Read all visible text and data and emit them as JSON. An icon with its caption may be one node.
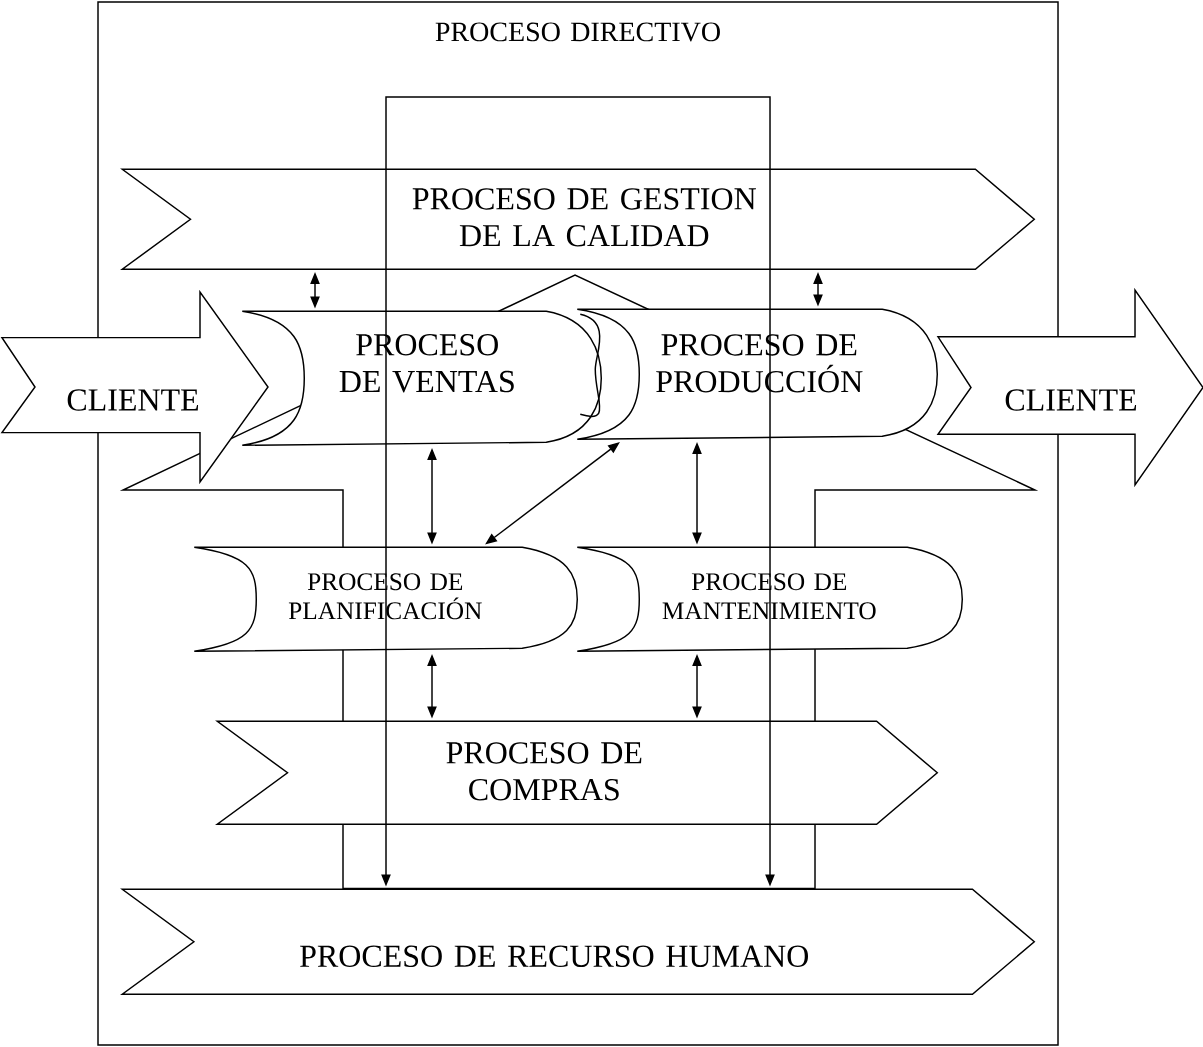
{
  "diagram": {
    "nodes": [
      {
        "text": [
          "PROCESO DIRECTIVO"
        ]
      },
      {
        "text": [
          "PROCESO DE GESTION DE LA CALIDAD"
        ],
        "in": 0
      },
      {
        "text": [
          "CLIENTE"
        ]
      },
      {
        "text": [
          "PROCESO DE VENTAS"
        ],
        "in": 0
      },
      {
        "text": [
          "PROCESO DE PRODUCCIÓN"
        ],
        "in": 0
      },
      {
        "text": [
          "CLIENTE"
        ]
      },
      {
        "text": [
          "PROCESO DE PLANIFICACIÓN"
        ],
        "in": 0
      },
      {
        "text": [
          "PROCESO DE MANTENIMIENTO"
        ],
        "in": 0
      },
      {
        "text": [
          "PROCESO DE COMPRAS"
        ],
        "in": 0
      },
      {
        "text": [
          "PROCESO DE RECURSO HUMANO"
        ],
        "in": 0
      }
    ],
    "edges": [
      {
        "from": 1,
        "to": 3,
        "arrow": "both"
      },
      {
        "from": 1,
        "to": 4,
        "arrow": "both"
      },
      {
        "from": 3,
        "to": 6,
        "arrow": "both"
      },
      {
        "from": 4,
        "to": 6,
        "arrow": "both"
      },
      {
        "from": 4,
        "to": 7,
        "arrow": "both"
      },
      {
        "from": 6,
        "to": 8,
        "arrow": "both"
      },
      {
        "from": 7,
        "to": 8,
        "arrow": "both"
      },
      {
        "from": null,
        "to": 9,
        "arrow": "to"
      },
      {
        "from": null,
        "to": 9,
        "arrow": "to"
      },
      {
        "from": 9,
        "to": 1,
        "arrow": "to"
      }
    ]
  }
}
